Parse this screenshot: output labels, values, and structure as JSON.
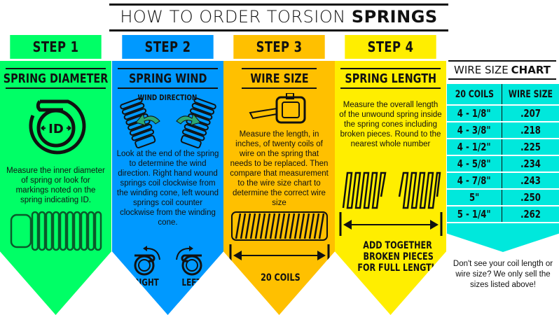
{
  "header": {
    "title_light": "HOW TO ORDER TORSION ",
    "title_bold": "SPRINGS"
  },
  "colors": {
    "step1": "#00ff66",
    "step2": "#0099ff",
    "step3": "#ffc000",
    "step4": "#ffee00",
    "chart": "#00e8dc"
  },
  "steps": [
    {
      "label": "STEP 1",
      "title": "SPRING DIAMETER",
      "icon": "coil-id-icon",
      "icon_text": "ID",
      "description": "Measure the inner diameter of spring or look for markings noted on the spring indicating ID."
    },
    {
      "label": "STEP 2",
      "title": "SPRING WIND",
      "icon_caption": "WIND DIRECTION",
      "description": "Look at the end of the spring to determine the wind direction. Right hand wound springs coil clockwise from the winding cone, left wound springs coil counter clockwise from the winding cone.",
      "right_label": "RIGHT",
      "left_label": "LEFT"
    },
    {
      "label": "STEP 3",
      "title": "WIRE SIZE",
      "description": "Measure the length, in inches, of twenty coils of wire on the spring that needs to be replaced. Then compare that measurement to the wire size chart to determine the correct wire size",
      "measure_label": "20 COILS"
    },
    {
      "label": "STEP 4",
      "title": "SPRING LENGTH",
      "description": "Measure the overall length of the unwound spring inside the spring cones including broken pieces. Round to the nearest whole number",
      "measure_label_1": "ADD TOGETHER",
      "measure_label_2": "BROKEN PIECES",
      "measure_label_3": "FOR FULL LENGTH"
    }
  ],
  "chart": {
    "title_light": "WIRE SIZE",
    "title_bold": "CHART",
    "columns": [
      "20 COILS",
      "WIRE SIZE"
    ],
    "rows": [
      [
        "4 - 1/8\"",
        ".207"
      ],
      [
        "4 - 3/8\"",
        ".218"
      ],
      [
        "4 - 1/2\"",
        ".225"
      ],
      [
        "4 - 5/8\"",
        ".234"
      ],
      [
        "4 - 7/8\"",
        ".243"
      ],
      [
        "5\"",
        ".250"
      ],
      [
        "5 - 1/4\"",
        ".262"
      ]
    ],
    "note": "Don't see your coil length or wire size? We only sell the sizes listed above!"
  }
}
